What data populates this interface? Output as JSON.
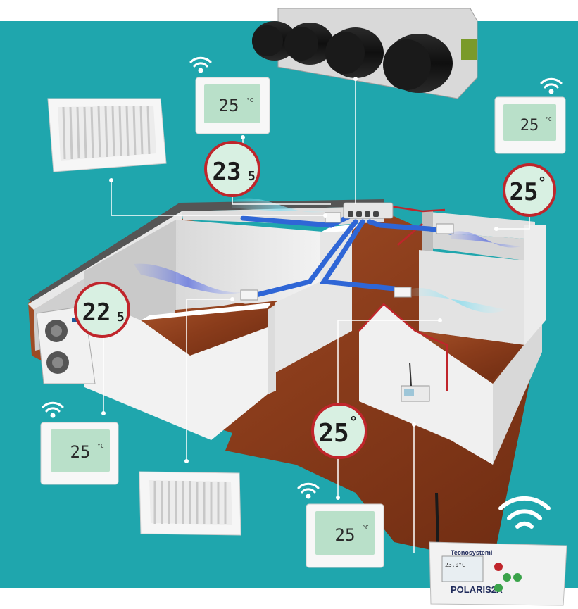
{
  "zones": [
    {
      "id": "zone-1",
      "value": "23.5",
      "main": "23",
      "decimal": "5"
    },
    {
      "id": "zone-2",
      "value": "25°",
      "main": "25",
      "decimal": "°"
    },
    {
      "id": "zone-3",
      "value": "22.5",
      "main": "22",
      "decimal": "5"
    },
    {
      "id": "zone-4",
      "value": "25°",
      "main": "25",
      "decimal": "°"
    }
  ],
  "thermostat_reading": "25",
  "thermostat_unit": "°C",
  "controller": {
    "brand": "Tecnosystemi",
    "model": "POLARIS2X",
    "screen_reading": "23.0°C"
  },
  "colors": {
    "background": "#1fa6ad",
    "zone_ring": "#c0252b",
    "duct": "#2f66d6",
    "floor": "#8e3f20"
  }
}
